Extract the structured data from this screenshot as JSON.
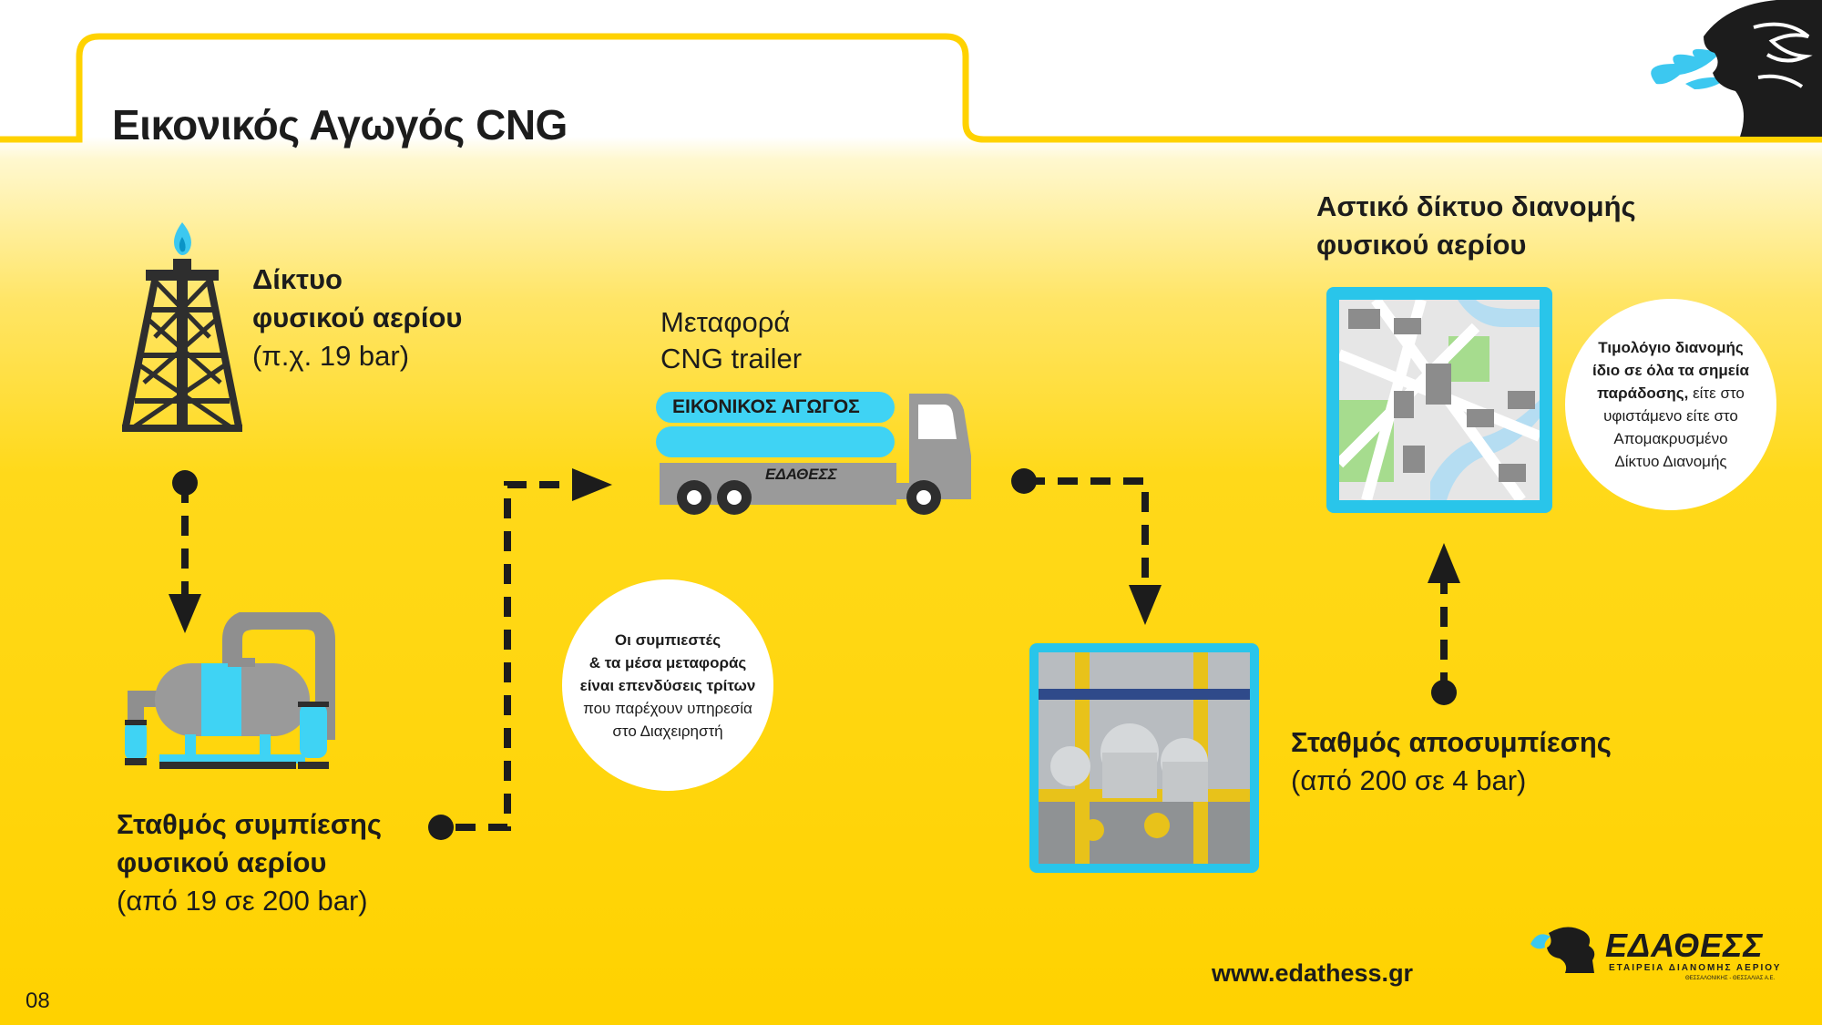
{
  "title": "Εικονικός Αγωγός CNG",
  "nodes": {
    "network": {
      "line1": "Δίκτυο",
      "line2": "φυσικού αερίου",
      "line3": "(π.χ. 19 bar)"
    },
    "transport": {
      "line1": "Μεταφορά",
      "line2": "CNG trailer",
      "truck_label": "ΕΙΚΟΝΙΚΟΣ ΑΓΩΓΟΣ"
    },
    "compression": {
      "line1": "Σταθμός συμπίεσης",
      "line2": "φυσικού αερίου",
      "line3": "(από 19 σε 200 bar)"
    },
    "decompression": {
      "line1": "Σταθμός αποσυμπίεσης",
      "line2": "(από 200 σε 4 bar)"
    },
    "urban": {
      "line1": "Αστικό δίκτυο διανομής",
      "line2": "φυσικού αερίου"
    }
  },
  "notes": {
    "investments": {
      "b1": "Οι συμπιεστές",
      "b2": "& τα μέσα μεταφοράς",
      "b3": "είναι επενδύσεις τρίτων",
      "r1": "που παρέχουν υπηρεσία",
      "r2": "στο Διαχειρηστή"
    },
    "tariff": {
      "b1": "Τιμολόγιο διανομής",
      "b2": "ίδιο σε όλα τα σημεία",
      "b3": "παράδοσης,",
      "r0": "είτε στο",
      "r1": "υφιστάμενο είτε στο",
      "r2": "Απομακρυσμένο",
      "r3": "Δίκτυο Διανομής"
    }
  },
  "brand": {
    "logo": "ΕΔΑΘΕΣΣ",
    "tagline": "ΕΤΑΙΡΕΙΑ ΔΙΑΝΟΜΗΣ ΑΕΡΙΟΥ",
    "sub": "ΘΕΣΣΑΛΟΝΙΚΗΣ - ΘΕΣΣΑΛΙΑΣ Α.Ε.",
    "truck_logo": "ΕΔΑΘΕΣΣ"
  },
  "footer": {
    "url": "www.edathess.gr",
    "page": "08"
  },
  "colors": {
    "yellow": "#ffd200",
    "cyan": "#29c5ea",
    "dark": "#1c1c1c",
    "gray": "#9a9a9a"
  },
  "icons": [
    "gas-tower-icon",
    "compressor-icon",
    "truck-icon",
    "map-icon",
    "lion-logo-icon",
    "waves-icon"
  ]
}
